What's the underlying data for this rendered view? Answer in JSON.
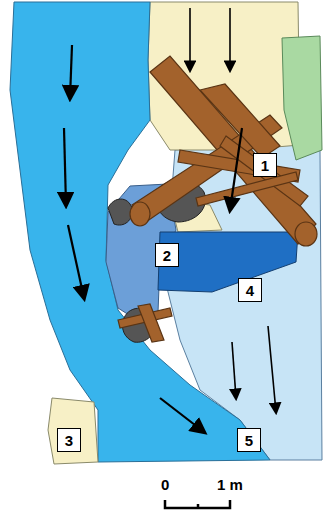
{
  "diagram": {
    "nodes": [
      {
        "text": [
          "1"
        ]
      },
      {
        "text": [
          "2"
        ]
      },
      {
        "text": [
          "4"
        ]
      },
      {
        "text": [
          "3"
        ]
      },
      {
        "text": [
          "5"
        ]
      }
    ],
    "labels": [
      "0",
      "1 m"
    ]
  }
}
